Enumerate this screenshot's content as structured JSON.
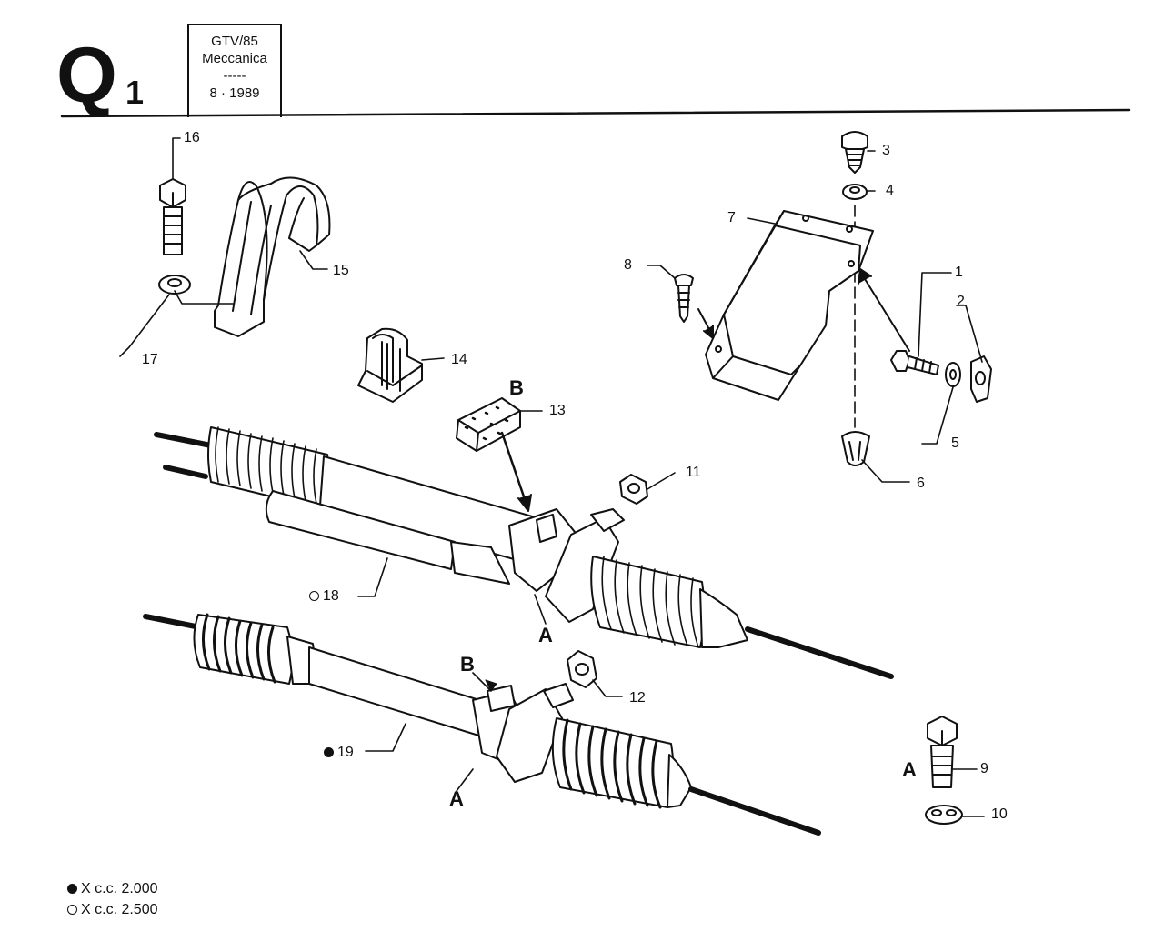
{
  "header": {
    "section_letter": "Q",
    "section_number": "1",
    "model": "GTV/85",
    "category": "Meccanica",
    "separator": "-----",
    "date": "8 · 1989"
  },
  "callouts": {
    "p1": "1",
    "p2": "2",
    "p3": "3",
    "p4": "4",
    "p5": "5",
    "p6": "6",
    "p7": "7",
    "p8": "8",
    "p9": "9",
    "p10": "10",
    "p11": "11",
    "p12": "12",
    "p13": "13",
    "p14": "14",
    "p15": "15",
    "p16": "16",
    "p17": "17",
    "p18": "18",
    "p19": "19"
  },
  "ref_letters": {
    "a": "A",
    "b": "B"
  },
  "legend": [
    {
      "marker": "filled-dot",
      "text": "X c.c. 2.000"
    },
    {
      "marker": "open-dot",
      "text": "X c.c. 2.500"
    }
  ]
}
